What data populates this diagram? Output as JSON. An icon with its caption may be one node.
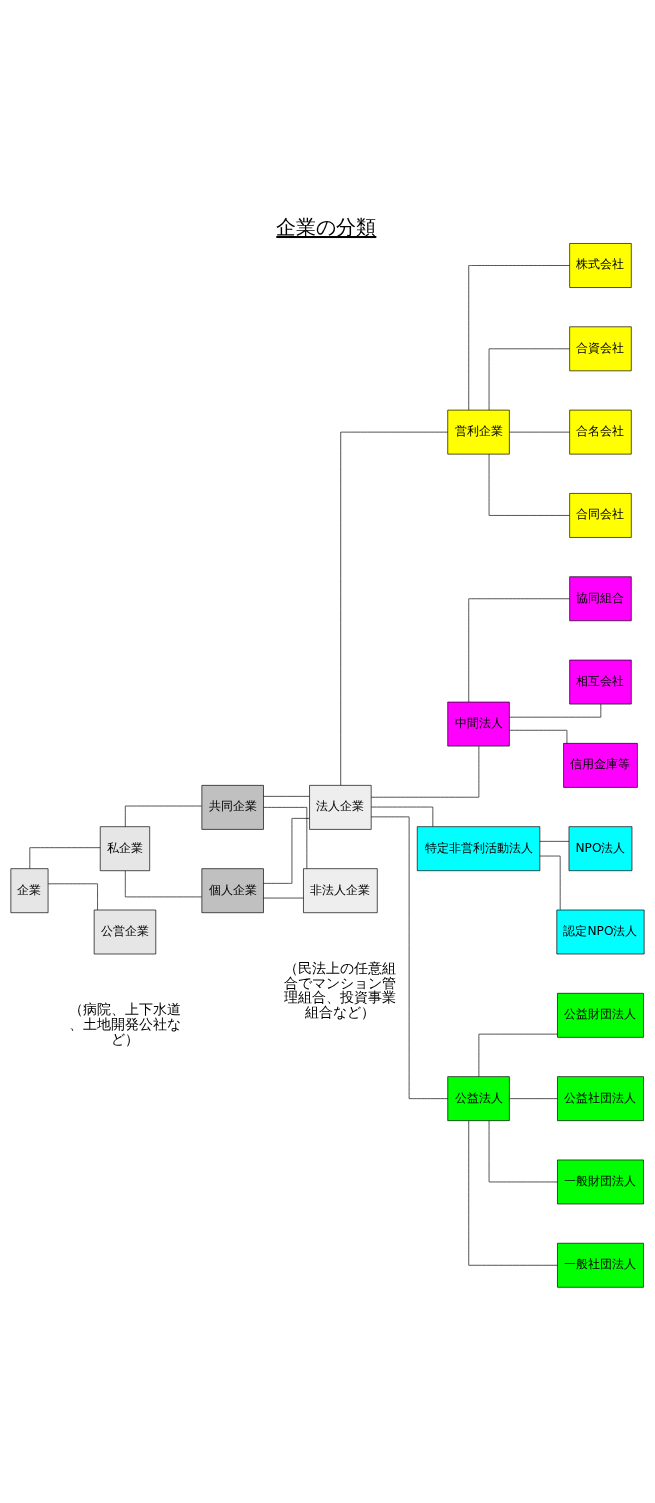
{
  "diagram": {
    "title": "企業の分類",
    "nodes": [
      {
        "text": [
          "企業"
        ]
      },
      {
        "text": [
          "私企業"
        ]
      },
      {
        "text": [
          "公営企業"
        ],
        "beside": [
          "（病院、上下水道、土地開発公社など）"
        ]
      },
      {
        "text": [
          "共同企業"
        ]
      },
      {
        "text": [
          "個人企業"
        ]
      },
      {
        "text": [
          "法人企業"
        ]
      },
      {
        "text": [
          "非法人企業"
        ],
        "beside": [
          "（民法上の任意組合でマンション管理組合、投資事業組合など）"
        ]
      },
      {
        "text": [
          "営利企業"
        ]
      },
      {
        "text": [
          "中間法人"
        ]
      },
      {
        "text": [
          "特定非営利活動法人"
        ]
      },
      {
        "text": [
          "公益法人"
        ]
      },
      {
        "text": [
          "株式会社"
        ]
      },
      {
        "text": [
          "合資会社"
        ]
      },
      {
        "text": [
          "合名会社"
        ]
      },
      {
        "text": [
          "合同会社"
        ]
      },
      {
        "text": [
          "協同組合"
        ]
      },
      {
        "text": [
          "相互会社"
        ]
      },
      {
        "text": [
          "信用金庫等"
        ]
      },
      {
        "text": [
          "NPO法人"
        ]
      },
      {
        "text": [
          "認定NPO法人"
        ]
      },
      {
        "text": [
          "公益財団法人"
        ]
      },
      {
        "text": [
          "公益社団法人"
        ]
      },
      {
        "text": [
          "一般財団法人"
        ]
      },
      {
        "text": [
          "一般社団法人"
        ]
      }
    ],
    "edges": [
      {
        "from": 0,
        "to": 1,
        "arrow": "none"
      },
      {
        "from": 0,
        "to": 2,
        "arrow": "none"
      },
      {
        "from": 1,
        "to": 3,
        "arrow": "none"
      },
      {
        "from": 1,
        "to": 4,
        "arrow": "none"
      },
      {
        "from": 3,
        "to": 5,
        "arrow": "none"
      },
      {
        "from": 3,
        "to": 6,
        "arrow": "none"
      },
      {
        "from": 4,
        "to": 5,
        "arrow": "none"
      },
      {
        "from": 4,
        "to": 6,
        "arrow": "none"
      },
      {
        "from": 5,
        "to": 7,
        "arrow": "none"
      },
      {
        "from": 5,
        "to": 8,
        "arrow": "none"
      },
      {
        "from": 5,
        "to": 9,
        "arrow": "none"
      },
      {
        "from": 5,
        "to": 10,
        "arrow": "none"
      },
      {
        "from": 7,
        "to": 11,
        "arrow": "none"
      },
      {
        "from": 7,
        "to": 12,
        "arrow": "none"
      },
      {
        "from": 7,
        "to": 13,
        "arrow": "none"
      },
      {
        "from": 7,
        "to": 14,
        "arrow": "none"
      },
      {
        "from": 8,
        "to": 15,
        "arrow": "none"
      },
      {
        "from": 8,
        "to": 16,
        "arrow": "none"
      },
      {
        "from": 8,
        "to": 17,
        "arrow": "none"
      },
      {
        "from": 9,
        "to": 18,
        "arrow": "none"
      },
      {
        "from": 9,
        "to": 19,
        "arrow": "none"
      },
      {
        "from": 10,
        "to": 20,
        "arrow": "none"
      },
      {
        "from": 10,
        "to": 21,
        "arrow": "none"
      },
      {
        "from": 10,
        "to": 22,
        "arrow": "none"
      },
      {
        "from": 10,
        "to": 23,
        "arrow": "none"
      }
    ]
  }
}
